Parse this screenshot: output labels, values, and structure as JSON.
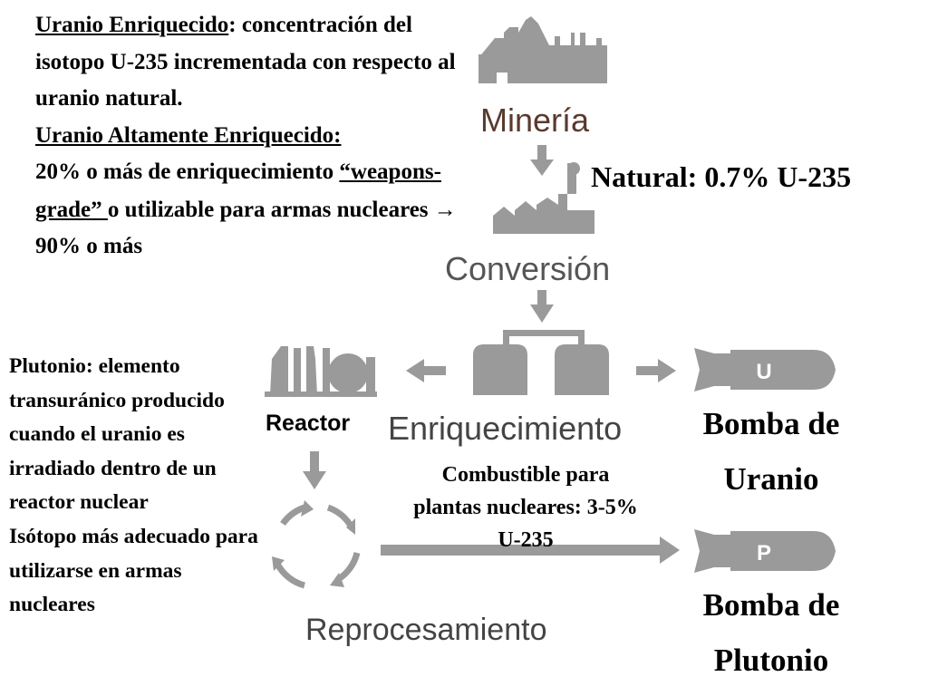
{
  "definitions": {
    "enriched_term": "Uranio Enriquecido",
    "enriched_colon": ":",
    "enriched_text": "concentración del isotopo U-235 incrementada con respecto al uranio natural.",
    "heu_term": "Uranio Altamente Enriquecido:",
    "heu_text": "20% o más de enriquecimiento",
    "weapons_grade": "“weapons-grade” ",
    "heu_text2": "o utilizable para armas nucleares",
    "arrow_symbol": "→",
    "heu_text3": " 90% o más"
  },
  "plutonium_text": {
    "line1": "Plutonio: elemento transuránico producido cuando el uranio es irradiado dentro de un reactor nuclear",
    "line2": "Isótopo más adecuado para utilizarse en armas nucleares"
  },
  "stages": {
    "mining": "Minería",
    "conversion": "Conversión",
    "enrichment": "Enriquecimiento",
    "reactor": "Reactor",
    "reprocessing": "Reprocesamiento"
  },
  "annotations": {
    "natural": "Natural: 0.7% U-235",
    "fuel": "Combustible para plantas nucleares: 3-5% U-235"
  },
  "bombs": {
    "uranium_letter": "U",
    "plutonium_letter": "P",
    "uranium_label": "Bomba de Uranio",
    "plutonium_label": "Bomba de Plutonio"
  },
  "colors": {
    "icon_gray": "#9a9a9a",
    "mining_label": "#5a3a2e"
  }
}
